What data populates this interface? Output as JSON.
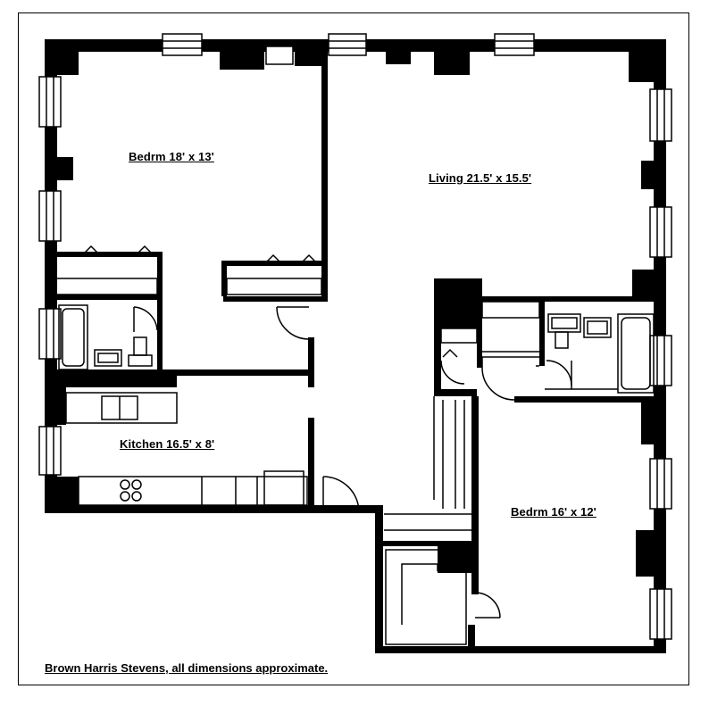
{
  "rooms": {
    "bedroom_1": "Bedrm 18' x 13'",
    "living": "Living 21.5' x 15.5'",
    "kitchen": "Kitchen 16.5' x 8'",
    "bedroom_2": "Bedrm 16' x 12'"
  },
  "credit": "Brown Harris Stevens, all dimensions approximate.",
  "colors": {
    "wall": "#000000",
    "background": "#ffffff"
  }
}
